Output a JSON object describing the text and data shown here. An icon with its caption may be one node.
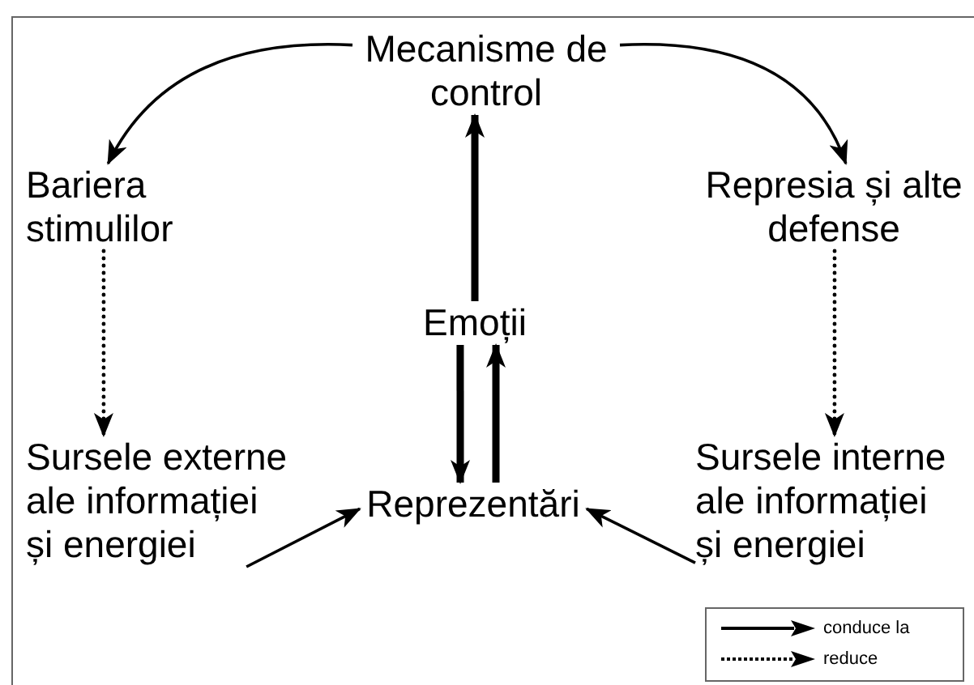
{
  "diagram": {
    "nodes": [
      {
        "text": [
          "Mecanisme de control"
        ]
      },
      {
        "text": [
          "Bariera stimulilor"
        ]
      },
      {
        "text": [
          "Represia și alte defense"
        ]
      },
      {
        "text": [
          "Emoții"
        ]
      },
      {
        "text": [
          "Sursele externe ale informației și energiei"
        ]
      },
      {
        "text": [
          "Reprezentări"
        ]
      },
      {
        "text": [
          "Sursele interne ale informației și energiei"
        ]
      }
    ],
    "edges": [
      {
        "from": 0,
        "to": 1,
        "arrow": "to"
      },
      {
        "from": 0,
        "to": 2,
        "arrow": "to"
      },
      {
        "from": 3,
        "to": 0,
        "arrow": "to",
        "style": "thick"
      },
      {
        "from": 3,
        "to": 5,
        "arrow": "to",
        "style": "thick"
      },
      {
        "from": 5,
        "to": 3,
        "arrow": "to",
        "style": "thick"
      },
      {
        "from": 1,
        "to": 4,
        "arrow": "to",
        "style": "dashed"
      },
      {
        "from": 2,
        "to": 6,
        "arrow": "to",
        "style": "dashed"
      },
      {
        "from": 4,
        "to": 5,
        "arrow": "to"
      },
      {
        "from": 6,
        "to": 5,
        "arrow": "to"
      }
    ],
    "legend": [
      {
        "text": "conduce la"
      },
      {
        "text": "reduce"
      }
    ]
  }
}
